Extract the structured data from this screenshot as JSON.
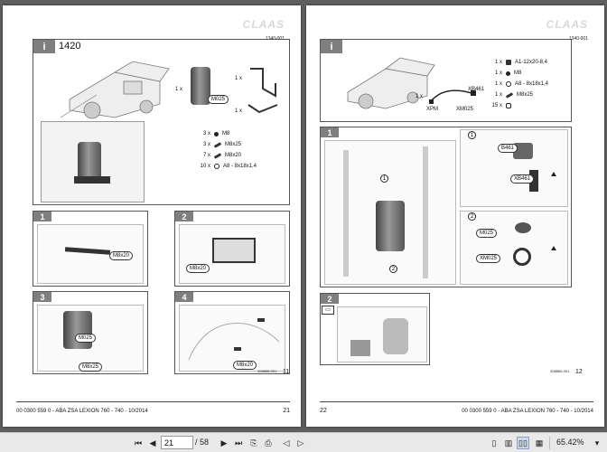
{
  "left_page": {
    "brand": "CLAAS",
    "docref": "1340-001",
    "header_tag": "i",
    "header_title": "1420",
    "qty_item_1": "1 x",
    "qty_item_2": "1 x",
    "qty_item_3": "1 x",
    "component_label": "M025",
    "parts": [
      {
        "qty": "3 x",
        "icon": "nut-icon",
        "label": "M8"
      },
      {
        "qty": "3 x",
        "icon": "bolt-icon",
        "label": "M8x25"
      },
      {
        "qty": "7 x",
        "icon": "bolt-icon",
        "label": "M8x20"
      },
      {
        "qty": "10 x",
        "icon": "washer-icon",
        "label": "A8 - 8x18x1,4"
      }
    ],
    "steps": [
      {
        "num": "1",
        "callout": "M8x20"
      },
      {
        "num": "2",
        "callout": "M8x20"
      },
      {
        "num": "3",
        "callout_a": "M025",
        "callout_b": "M8x25"
      },
      {
        "num": "4",
        "callout": "M8x20"
      }
    ],
    "figure_ref": "208868-001",
    "section_page": "11",
    "footer_text": "00 0300 559 0 - ABA ZSA LEXION 760 - 740 - 10/2014",
    "page_number": "21"
  },
  "right_page": {
    "brand": "CLAAS",
    "docref": "1340-001",
    "header_tag": "i",
    "qty_cable": "1 x",
    "cable_labels": [
      "XB461",
      "XPM",
      "XM025"
    ],
    "parts": [
      {
        "qty": "1 x",
        "icon": "cable-tie-icon",
        "label": "A1-12x20-8,4"
      },
      {
        "qty": "1 x",
        "icon": "nut-icon",
        "label": "M8"
      },
      {
        "qty": "1 x",
        "icon": "washer-icon",
        "label": "A8 - 8x18x1,4"
      },
      {
        "qty": "1 x",
        "icon": "bolt-icon",
        "label": "M8x25"
      },
      {
        "qty": "15 x",
        "icon": "clip-icon",
        "label": ""
      }
    ],
    "steps": [
      {
        "num": "1",
        "callout_a": "B461",
        "callout_b": "XB461",
        "callout_c": "M025",
        "callout_d": "XM025",
        "circle_1": "1",
        "circle_2": "2"
      },
      {
        "num": "2"
      }
    ],
    "figure_ref": "208869-001",
    "section_page": "12",
    "page_number": "22",
    "footer_text": "00 0300 559 0 - ABA ZSA LEXION 760 - 740 - 10/2014"
  },
  "toolbar": {
    "current_page": "21",
    "total_pages": "/ 58",
    "zoom": "65.42%"
  }
}
